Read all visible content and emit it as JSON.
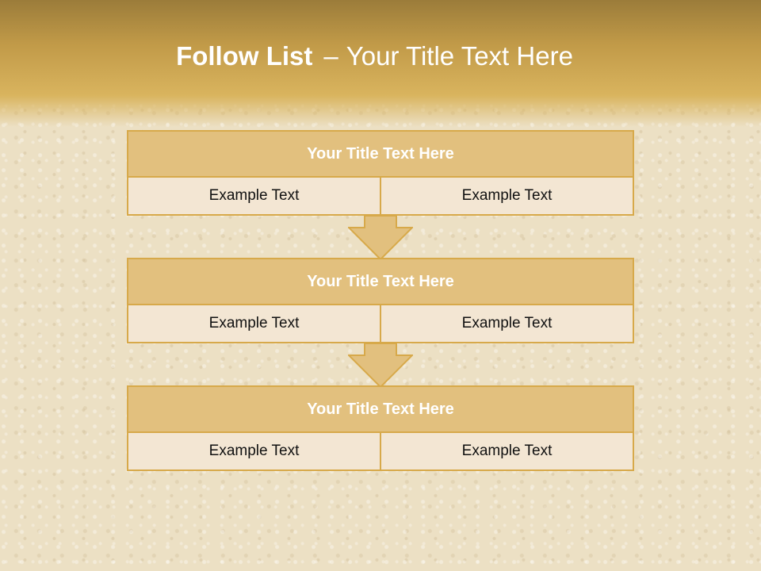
{
  "slide": {
    "title_bold": "Follow List",
    "title_separator": "–",
    "title_rest": "Your Title Text Here"
  },
  "steps": [
    {
      "title": "Your Title Text Here",
      "items": [
        "Example Text",
        "Example Text"
      ]
    },
    {
      "title": "Your Title Text Here",
      "items": [
        "Example Text",
        "Example Text"
      ]
    },
    {
      "title": "Your Title Text Here",
      "items": [
        "Example Text",
        "Example Text"
      ]
    }
  ],
  "colors": {
    "header": "#c19a48",
    "block_title_fill": "#e2c07e",
    "block_cell_fill": "#f3e6d3",
    "border": "#d7a94a",
    "arrow_fill": "#e2c07e"
  },
  "icons": {
    "connector": "down-arrow-icon"
  }
}
